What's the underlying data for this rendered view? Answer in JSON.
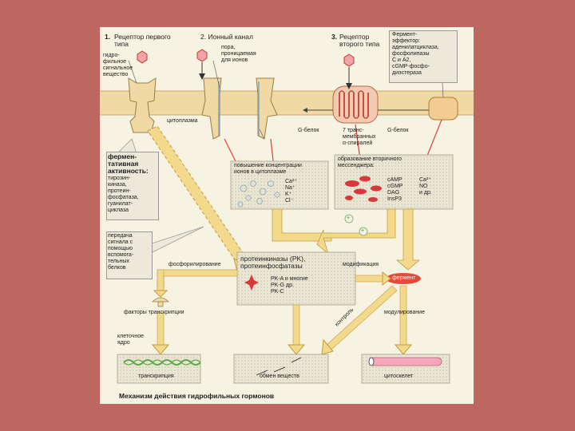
{
  "background_color": "#be6660",
  "plate_color": "#f7f3e2",
  "colors": {
    "membrane": "#f0d9a2",
    "arrow": "#f3d98c",
    "arrow_edge": "#c79a3c",
    "receptor": "#f0d9a2",
    "red": "#e03a36",
    "pink": "#f6bcc6"
  },
  "labels": {
    "r1_num": "1.",
    "r1_title": "Рецептор первого\nтипа",
    "hormone": "гидро-\nфильное\nсигнальное\nвещество",
    "r2_title": "2. Ионный канал",
    "pore": "пора,\nпроницаемая\nдля ионов",
    "r3_num": "3.",
    "r3_title": "Рецептор\nвторого типа",
    "effector": "Фермент-\nэффектор:\nаденилатциклаза,\nфосфолипазы\nC и A2,\ncGMP-фосфо-\nдиэстераза",
    "cytoplasm": "цитоплазма",
    "g1": "G-белок",
    "g2": "G-белок",
    "tm": "7 транс-\nмембранных\nα-спиралей",
    "enzyme_act": "фермен-\nтативная\nактивность:",
    "enzyme_list": "тирозин-\nкиназа,\nпротеин-\nфосфатаза,\nгуанилат-\nциклаза",
    "transfer": "передача\nсигнала с\nпомощью\nвспомога-\nтельных\nбелков",
    "ions_title": "повышение концентрации\nионов в цитоплазме",
    "ions": "Ca²⁺\nNa⁺\nK⁺\nCl⁻",
    "messengers_title": "образование вторичного\nмессенджера:",
    "messengers_1": "cAMP\ncGMP\nDAG\nInsP3",
    "messengers_2": "Ca²⁺\nNO\nи др.",
    "pk_title": "протеинкиназы (PK),\nпротеинфосфатазы",
    "pk_list": "PK-A  и многие\nPK-G  др.\nPK-C",
    "phos": "фосфорилирование",
    "modif": "модификация",
    "ferment": "фермент",
    "tf": "факторы транскрипции",
    "control": "контроль",
    "modul": "модулирование",
    "nucleus": "клеточное\nядро",
    "transcription": "транскрипция",
    "metab": "обмен веществ",
    "cytoskel": "цитоскелет",
    "caption": "Механизм действия гидрофильных гормонов",
    "plus": "+"
  }
}
